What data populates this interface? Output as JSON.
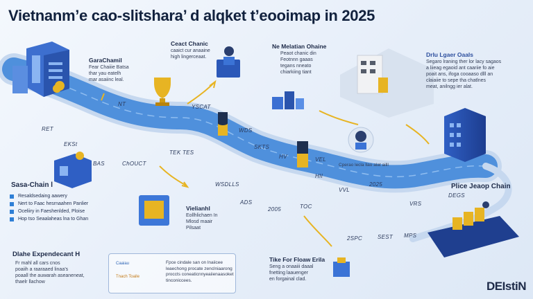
{
  "title": "Vietnanm’e cao-slitshara’ d alqket t’eooimap in 2025",
  "colors": {
    "road": "#4f90dc",
    "road_edge": "#bfd4ee",
    "accent": "#2f7fd6",
    "gold": "#e7b423"
  },
  "blocks": {
    "b1": {
      "heading": "GaraChamil",
      "lines": [
        "Fear Chaiiie Batsa",
        "thar yau eatelh",
        "mar asaiinc leal."
      ]
    },
    "b2": {
      "heading": "Ceact Chanic",
      "lines": [
        "caaict cur anaaine",
        "high lingerceaat."
      ]
    },
    "b3": {
      "heading": "Ne Melatian Ohaine",
      "lines": [
        "Peaot chanic din",
        "Feotnnn gaaas",
        "tegans nneato",
        "chiarkiing tiant"
      ]
    },
    "b4": {
      "heading": "Drlu Lgaer Oaals",
      "lines": [
        "Segaro lraning ther lor lacy sagaos",
        "a liieag egaoid ant caariie fo aie",
        "poait ans, ifoga cooaaso dlll an",
        "claiaiie to sepe tha chatlnes",
        "meat, anilngg ier alat."
      ]
    },
    "b5": {
      "heading": "Vielianhl",
      "lines": [
        "Eollhlichaen In",
        "Mlosd maair",
        "Pilsaat"
      ]
    },
    "b6": {
      "heading": "Tike For Floaw Erila",
      "lines": [
        "Seng a onaaiii daaal",
        "fnetting laauenger",
        "en forgainal clad."
      ]
    },
    "b7": {
      "heading": "Dlahe Expendecant H",
      "lines": [
        "Fr mahl all cars cnos",
        "poaiih a raaraaed linaa’s",
        "poaall the auwarah aseaneneat,",
        "thaelr llachow"
      ]
    }
  },
  "sasa": {
    "heading": "Sasa-Chain l",
    "items": [
      "Resaldsedaing aawery",
      "Nert to Faac hesrnaahen Panlier",
      "Oceliiry in Faeshenlded, Ploise",
      "Hop tso Seaalaheas lna to Ghan"
    ]
  },
  "plice": "Plice Jeaop Chain",
  "robot_caption": "Cperao lecla llao alat ailll",
  "legend": {
    "key1": "Caaiau",
    "key2": "Tnach Toaile",
    "text": [
      "Fpce cindale san on lnaiicee",
      "leaechong procate zenclniaarong",
      "proccts coneaticnnyeaiienaasoket",
      "tinconiccees."
    ]
  },
  "road_labels": [
    "RET",
    "EKSt",
    "BAS",
    "NT",
    "ChOUCT",
    "YSCAT",
    "WDS",
    "SKTS",
    "HV",
    "TEK TES",
    "WSDLLS",
    "ADS",
    "2005",
    "TOC",
    "VEL",
    "HII",
    "VVL",
    "VRS",
    "2025",
    "DEGS",
    "2SPC",
    "SEST",
    "MPS"
  ],
  "logo": "DEIstiN"
}
